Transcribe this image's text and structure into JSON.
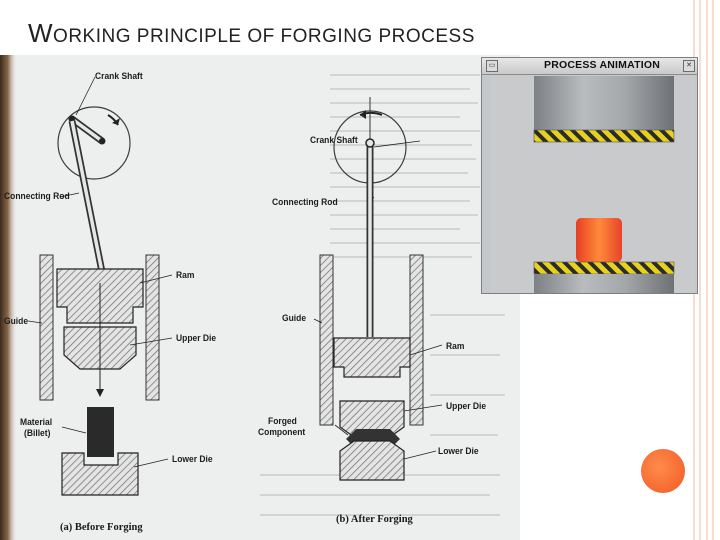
{
  "slide": {
    "title_first_letter": "W",
    "title_rest": "ORKING PRINCIPLE OF FORGING PROCESS"
  },
  "diagram": {
    "left": {
      "labels": {
        "crank_shaft": "Crank Shaft",
        "connecting_rod": "Connecting Rod",
        "ram": "Ram",
        "guide": "Guide",
        "upper_die": "Upper Die",
        "material": "Material",
        "billet": "(Billet)",
        "lower_die": "Lower Die"
      },
      "caption": "(a) Before  Forging"
    },
    "right": {
      "labels": {
        "crank_shaft": "Crank Shaft",
        "connecting_rod": "Connecting Rod",
        "guide": "Guide",
        "ram": "Ram",
        "upper_die": "Upper Die",
        "forged": "Forged",
        "component": "Component",
        "lower_die": "Lower Die"
      },
      "caption": "(b) After Forging"
    }
  },
  "animation_window": {
    "title": "PROCESS ANIMATION",
    "button_left": "▭",
    "button_right": "✕"
  },
  "colors": {
    "accent_dot": "#f15a24",
    "border_lines": "#f2b9a3",
    "billet_hot": "#f04e2a",
    "hazard_yellow": "#e6d21e"
  }
}
